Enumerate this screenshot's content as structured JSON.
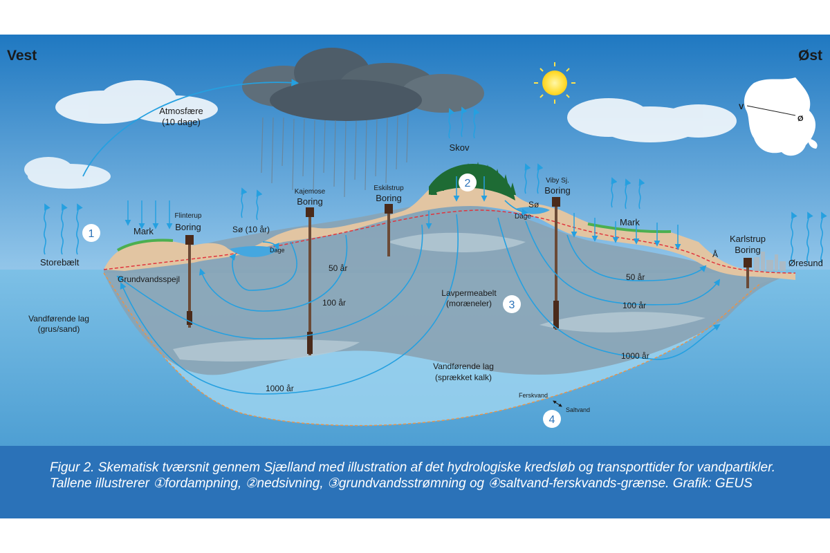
{
  "compass": {
    "west": "Vest",
    "east": "Øst",
    "map_v": "V",
    "map_o": "Ø"
  },
  "atmosphere": {
    "line1": "Atmosfære",
    "line2": "(10 dage)"
  },
  "places": {
    "storebaelt": "Storebælt",
    "oresund": "Øresund",
    "mark_west": "Mark",
    "mark_east": "Mark",
    "skov": "Skov",
    "so_10": "Sø (10 år)",
    "so": "Sø",
    "dage_1": "Dage",
    "dage_2": "Dage",
    "aa": "Å",
    "grundvandsspejl": "Grundvandsspejl"
  },
  "boreholes": [
    {
      "line1": "Flinterup",
      "line2": "Boring"
    },
    {
      "line1": "Kajemose",
      "line2": "Boring"
    },
    {
      "line1": "Eskilstrup",
      "line2": "Boring"
    },
    {
      "line1": "Viby Sj.",
      "line2": "Boring"
    },
    {
      "line1": "Karlstrup",
      "line2": "Boring"
    }
  ],
  "layers": {
    "aquifer_upper_1": "Vandførende lag",
    "aquifer_upper_2": "(grus/sand)",
    "lowperm_1": "Lavpermeabelt",
    "lowperm_2": "(moræneler)",
    "chalk_1": "Vandførende lag",
    "chalk_2": "(sprækket kalk)",
    "fresh": "Ferskvand",
    "salt": "Saltvand"
  },
  "flow_times": {
    "w50": "50 år",
    "w100": "100 år",
    "w1000": "1000 år",
    "e50": "50 år",
    "e100": "100 år",
    "e1000": "1000 år"
  },
  "markers": {
    "m1": "1",
    "m2": "2",
    "m3": "3",
    "m4": "4"
  },
  "caption": "Figur 2. Skematisk tværsnit gennem Sjælland med illustration af det hydrologiske kredsløb og transporttider for vandpartikler. Tallene illustrerer ①fordampning, ②nedsivning, ③grundvandsstrømning og ④saltvand-ferskvands-grænse. Grafik: GEUS",
  "colors": {
    "sky_top": "#1f78c1",
    "sky_bottom": "#e9f3fa",
    "soil": "#e2c5a2",
    "grass": "#4caf50",
    "forest": "#1e6b34",
    "lowperm": "#8fa6b6",
    "aquifer": "#74b6de",
    "chalk": "#8fcbea",
    "arrow": "#25a0e0",
    "watertable": "#e0343c",
    "borehole": "#4a2a1a",
    "caption_band": "#2b72b8"
  }
}
